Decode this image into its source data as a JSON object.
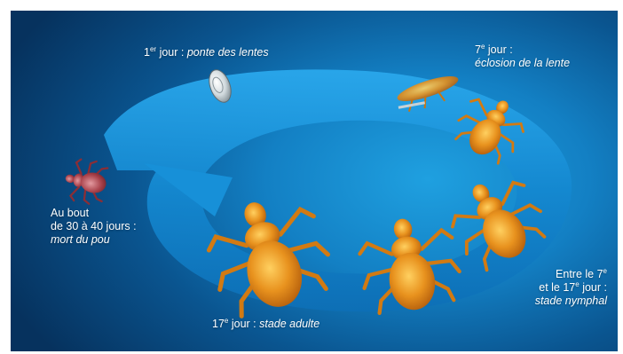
{
  "colors": {
    "background_dark": "#06325e",
    "background_light": "#1fa0e0",
    "cycle_ring": "#1a8fd6",
    "louse_body": "#e08a1f",
    "louse_dead": "#a8414a",
    "label_text": "#ffffff"
  },
  "diagram": {
    "stage_day1": {
      "day_number": "1",
      "day_suffix": "er",
      "day_word": "jour :",
      "description": "ponte des lentes"
    },
    "stage_day7": {
      "day_number": "7",
      "day_suffix": "e",
      "day_word": "jour :",
      "description": "éclosion de la lente"
    },
    "stage_nymph": {
      "line1_prefix": "Entre le 7",
      "line1_suffix": "e",
      "line2_prefix": "et le 17",
      "line2_suffix": "e",
      "line2_end": "jour :",
      "description": "stade nymphal"
    },
    "stage_adult": {
      "day_number": "17",
      "day_suffix": "e",
      "day_word": "jour :",
      "description": "stade adulte"
    },
    "stage_death": {
      "line1": "Au bout",
      "line2": "de 30 à 40 jours :",
      "description": "mort du pou"
    }
  },
  "icons": [
    "nit-egg-icon",
    "hatching-louse-icon",
    "nymph-louse-icon",
    "adult-louse-icon",
    "dead-louse-icon",
    "cycle-arrow-icon"
  ]
}
